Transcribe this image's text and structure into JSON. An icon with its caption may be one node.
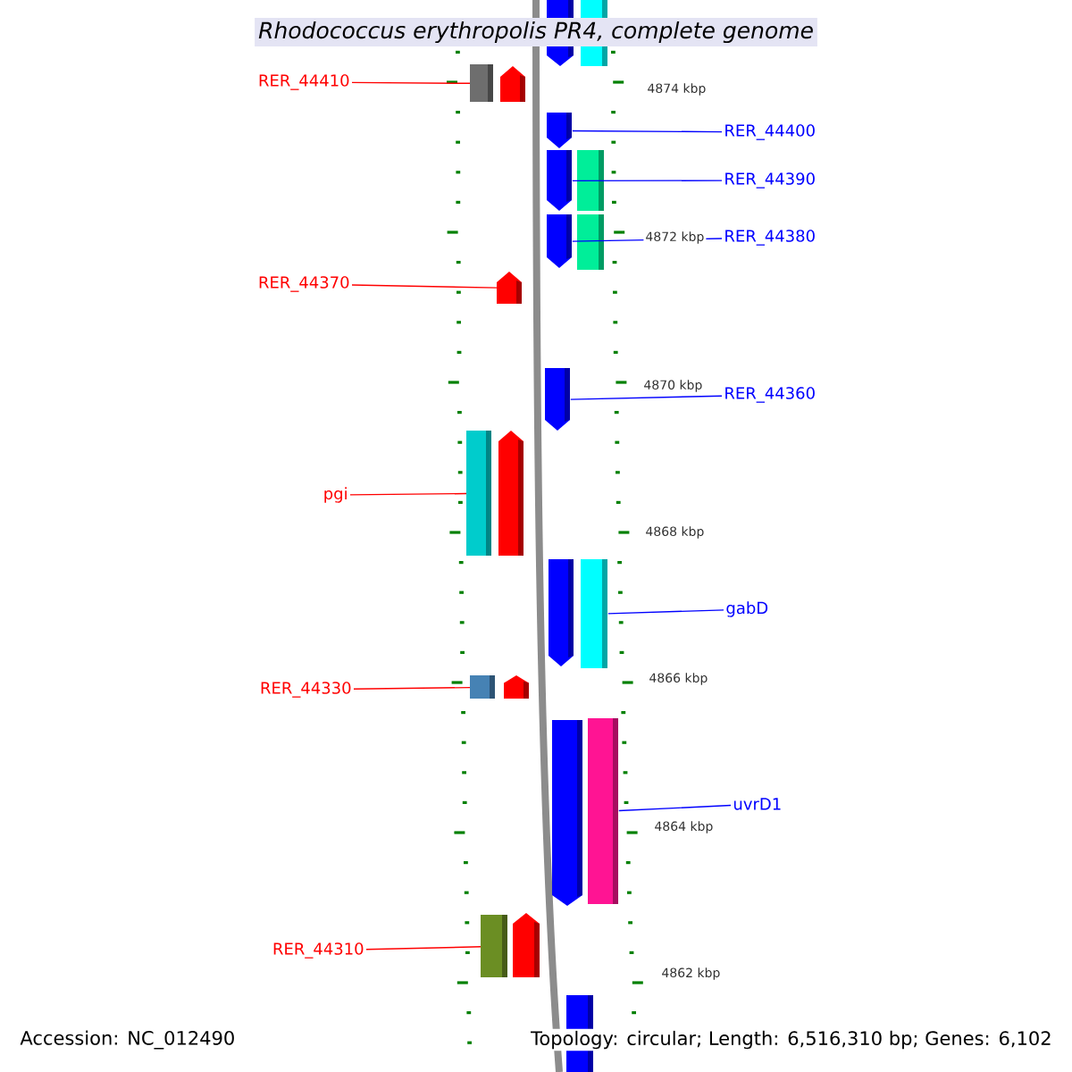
{
  "diagram": {
    "title": "*Rhodococcus erythropolis* PR4, complete genome",
    "nodes": [
      {
        "text": [
          "RER_44410"
        ]
      },
      {
        "text": [
          "RER_44400"
        ]
      },
      {
        "text": [
          "RER_44390"
        ]
      },
      {
        "text": [
          "RER_44380"
        ]
      },
      {
        "text": [
          "RER_44370"
        ]
      },
      {
        "text": [
          "RER_44360"
        ]
      },
      {
        "text": [
          "pgi"
        ]
      },
      {
        "text": [
          "gabD"
        ]
      },
      {
        "text": [
          "RER_44330"
        ]
      },
      {
        "text": [
          "uvrD1"
        ]
      },
      {
        "text": [
          "RER_44310"
        ]
      },
      {
        "text": [],
        "shape": "pentagon"
      },
      {
        "text": [],
        "shape": "box"
      },
      {
        "text": [],
        "shape": "box"
      },
      {
        "text": [],
        "shape": "pentagon"
      },
      {
        "text": [],
        "shape": "pentagon"
      },
      {
        "text": [],
        "shape": "pentagon"
      },
      {
        "text": [],
        "shape": "box"
      },
      {
        "text": [],
        "shape": "pentagon"
      },
      {
        "text": [],
        "shape": "box"
      },
      {
        "text": [],
        "shape": "pentagon"
      },
      {
        "text": [],
        "shape": "pentagon"
      },
      {
        "text": [],
        "shape": "box"
      },
      {
        "text": [],
        "shape": "pentagon"
      },
      {
        "text": [],
        "shape": "pentagon"
      },
      {
        "text": [],
        "shape": "box"
      },
      {
        "text": [],
        "shape": "box"
      },
      {
        "text": [],
        "shape": "pentagon"
      },
      {
        "text": [],
        "shape": "pentagon"
      },
      {
        "text": [],
        "shape": "box"
      },
      {
        "text": [],
        "shape": "box"
      },
      {
        "text": [],
        "shape": "pentagon"
      },
      {
        "text": [],
        "shape": "box"
      }
    ],
    "edges": [
      {
        "from": 0,
        "to": 13,
        "arrow": "none",
        "color": "#ff0000"
      },
      {
        "from": 1,
        "to": 15,
        "arrow": "none",
        "color": "#0000ff"
      },
      {
        "from": 2,
        "to": 16,
        "arrow": "none",
        "color": "#0000ff"
      },
      {
        "from": 3,
        "to": 18,
        "arrow": "none",
        "color": "#0000ff"
      },
      {
        "from": 4,
        "to": 20,
        "arrow": "none",
        "color": "#ff0000"
      },
      {
        "from": 5,
        "to": 21,
        "arrow": "none",
        "color": "#0000ff"
      },
      {
        "from": 6,
        "to": 22,
        "arrow": "none",
        "color": "#ff0000"
      },
      {
        "from": 7,
        "to": 25,
        "arrow": "none",
        "color": "#0000ff"
      },
      {
        "from": 8,
        "to": 26,
        "arrow": "none",
        "color": "#ff0000"
      },
      {
        "from": 9,
        "to": 29,
        "arrow": "none",
        "color": "#0000ff"
      },
      {
        "from": 10,
        "to": 30,
        "arrow": "none",
        "color": "#ff0000"
      }
    ],
    "labels": [
      "4874 kbp",
      "4872 kbp",
      "4870 kbp",
      "4868 kbp",
      "4866 kbp",
      "4864 kbp",
      "4862 kbp",
      "Accession: NC_012490",
      "Topology: circular; Length: 6,516,310 bp; Genes: 6,102"
    ]
  }
}
